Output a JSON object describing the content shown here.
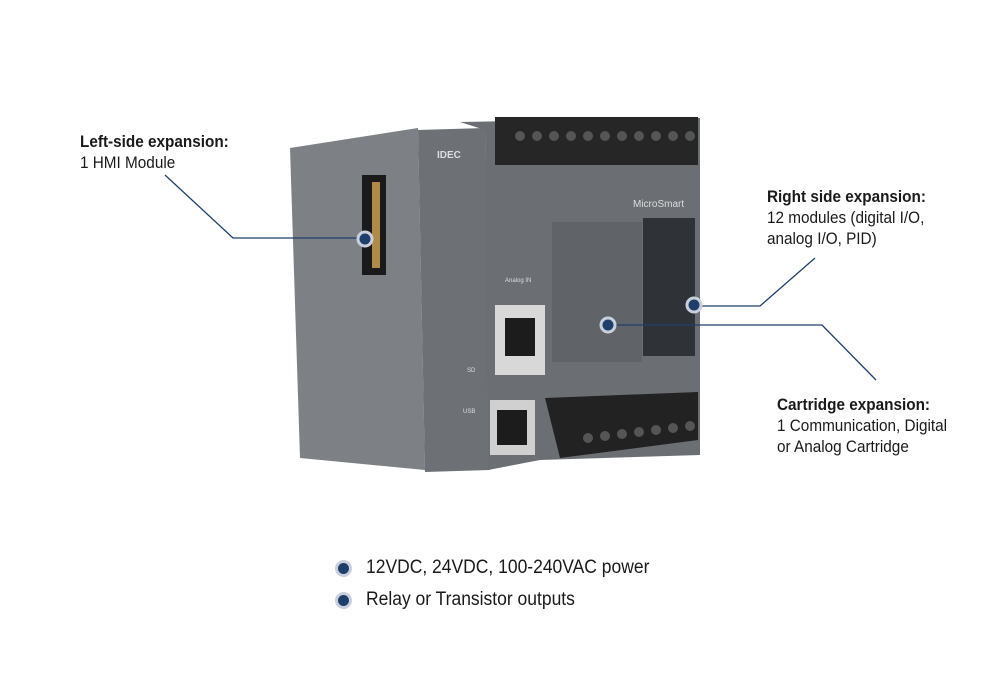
{
  "callouts": {
    "left": {
      "title": "Left-side expansion:",
      "text": "1 HMI Module"
    },
    "right": {
      "title": "Right side expansion:",
      "line1": "12 modules (digital I/O,",
      "line2": "analog I/O, PID)"
    },
    "cartridge": {
      "title": "Cartridge expansion:",
      "line1": "1 Communication, Digital",
      "line2": "or Analog Cartridge"
    }
  },
  "bullets": [
    {
      "text": "12VDC, 24VDC, 100-240VAC power"
    },
    {
      "text": "Relay or Transistor outputs"
    }
  ],
  "device": {
    "brand": "IDEC",
    "product": "MicroSmart",
    "port_labels": [
      "Analog IN",
      "SD",
      "USB"
    ]
  },
  "colors": {
    "marker": "#1f3f6a",
    "line": "#1f3f6a",
    "device_body": "#6f7377",
    "terminal": "#222222"
  }
}
